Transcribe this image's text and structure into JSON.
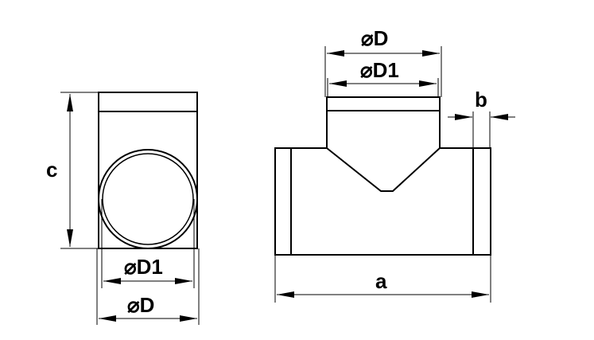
{
  "labels": {
    "c": "c",
    "left_d1": "⌀D1",
    "left_d": "⌀D",
    "top_d": "⌀D",
    "top_d1": "⌀D1",
    "b": "b",
    "a": "a"
  },
  "colors": {
    "line": "#000000",
    "background": "#ffffff"
  }
}
